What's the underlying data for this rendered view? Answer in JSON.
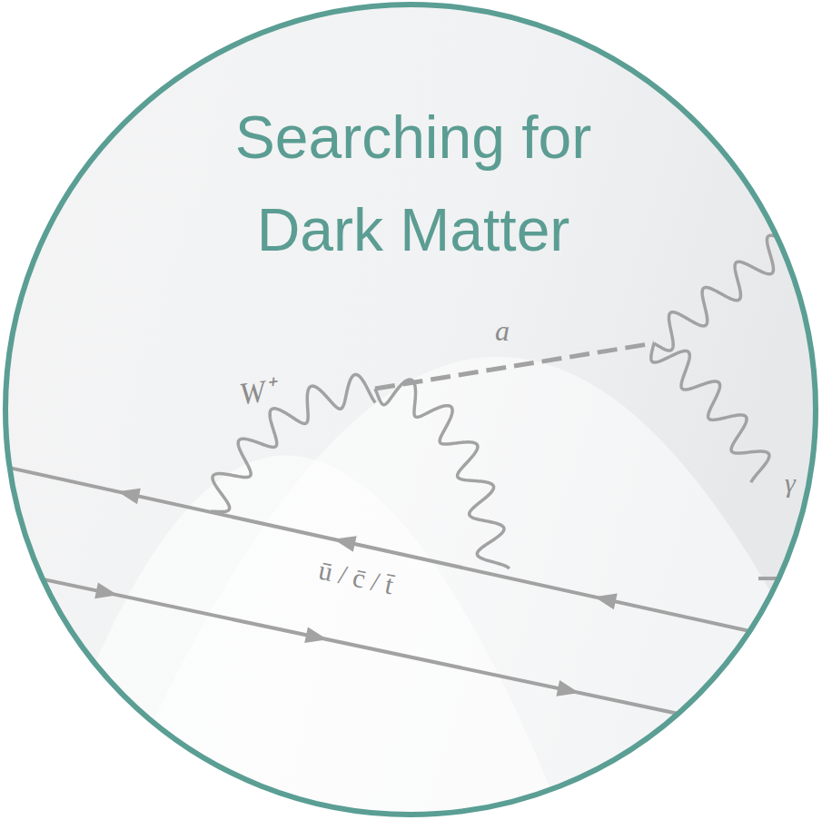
{
  "diagram": {
    "title": "Searching for Dark Matter",
    "labels": [
      "W⁺",
      "a",
      "γ",
      "ū / c̄ / t̄"
    ]
  }
}
